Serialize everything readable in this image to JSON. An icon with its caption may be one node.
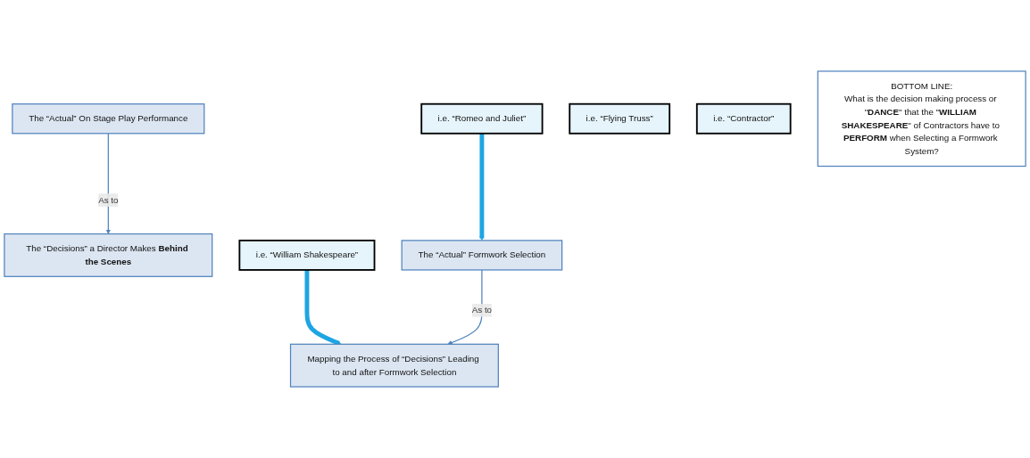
{
  "diagram": {
    "nodes": [
      {
        "text": [
          "The “Actual” On Stage Play Performance"
        ]
      },
      {
        "text": [
          "i.e. “Romeo and Juliet”"
        ]
      },
      {
        "text": [
          "The “Decisions” a Director Makes **Behind the Scenes**"
        ]
      },
      {
        "text": [
          "i.e. “William Shakespeare”"
        ]
      },
      {
        "text": [
          "The “Actual” Formwork Selection"
        ]
      },
      {
        "text": [
          "i.e. “Flying Truss”"
        ]
      },
      {
        "text": [
          "Mapping the Process of “Decisions” Leading to and after Formwork Selection"
        ]
      },
      {
        "text": [
          "i.e. “Contractor”"
        ]
      },
      {
        "text": [
          "BOTTOM LINE:",
          "What is the decision making process or \"**DANCE**\" that the \"**WILLIAM SHAKESPEARE**\" of Contractors have to **PERFORM** when Selecting a Formwork System?"
        ]
      }
    ],
    "edges": [
      {
        "from": 0,
        "to": 2,
        "arrow": "to",
        "label": "As to"
      },
      {
        "from": 1,
        "to": 4,
        "arrow": "to",
        "style": "thick",
        "color": "#1ea5e3"
      },
      {
        "from": 3,
        "to": 6,
        "arrow": "to",
        "style": "thick",
        "color": "#1ea5e3"
      },
      {
        "from": 4,
        "to": 6,
        "arrow": "to",
        "label": "As to"
      }
    ]
  }
}
